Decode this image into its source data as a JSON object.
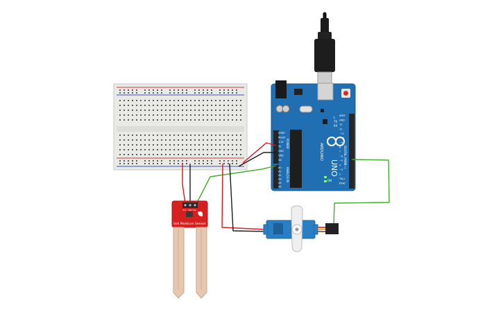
{
  "arduino": {
    "logo_text": "ARDUINO",
    "model": "UNO",
    "power_header": "POWER",
    "analog_header": "ANALOG IN",
    "digital_header": "DIGITAL (PWM~)",
    "tx_label": "TX",
    "rx_label": "RX",
    "l_label": "L",
    "on_label": "ON",
    "power_pins": [
      "IOREF",
      "RESET",
      "3.3V",
      "5V",
      "GND",
      "GND",
      "Vin"
    ],
    "analog_pins": [
      "A0",
      "A1",
      "A2",
      "A3",
      "A4",
      "A5"
    ],
    "digital_pins": [
      "AREF",
      "GND",
      "13",
      "12",
      "~11",
      "~10",
      "~9",
      "8",
      "7",
      "~6",
      "~5",
      "4",
      "~3",
      "2",
      "TX▸1",
      "RX◂0"
    ]
  },
  "soil_sensor": {
    "label": "Soil Moisture Sensor",
    "pin_labels": [
      "VCC",
      "GND",
      "SIG"
    ]
  },
  "colors": {
    "board_blue": "#1f6fb2",
    "sensor_red": "#d6201f",
    "wire_red": "#e0141e",
    "wire_black": "#1a1a1a",
    "wire_green": "#3fae2a",
    "servo_blue": "#2a7fc4",
    "breadboard": "#e9e9e6"
  }
}
